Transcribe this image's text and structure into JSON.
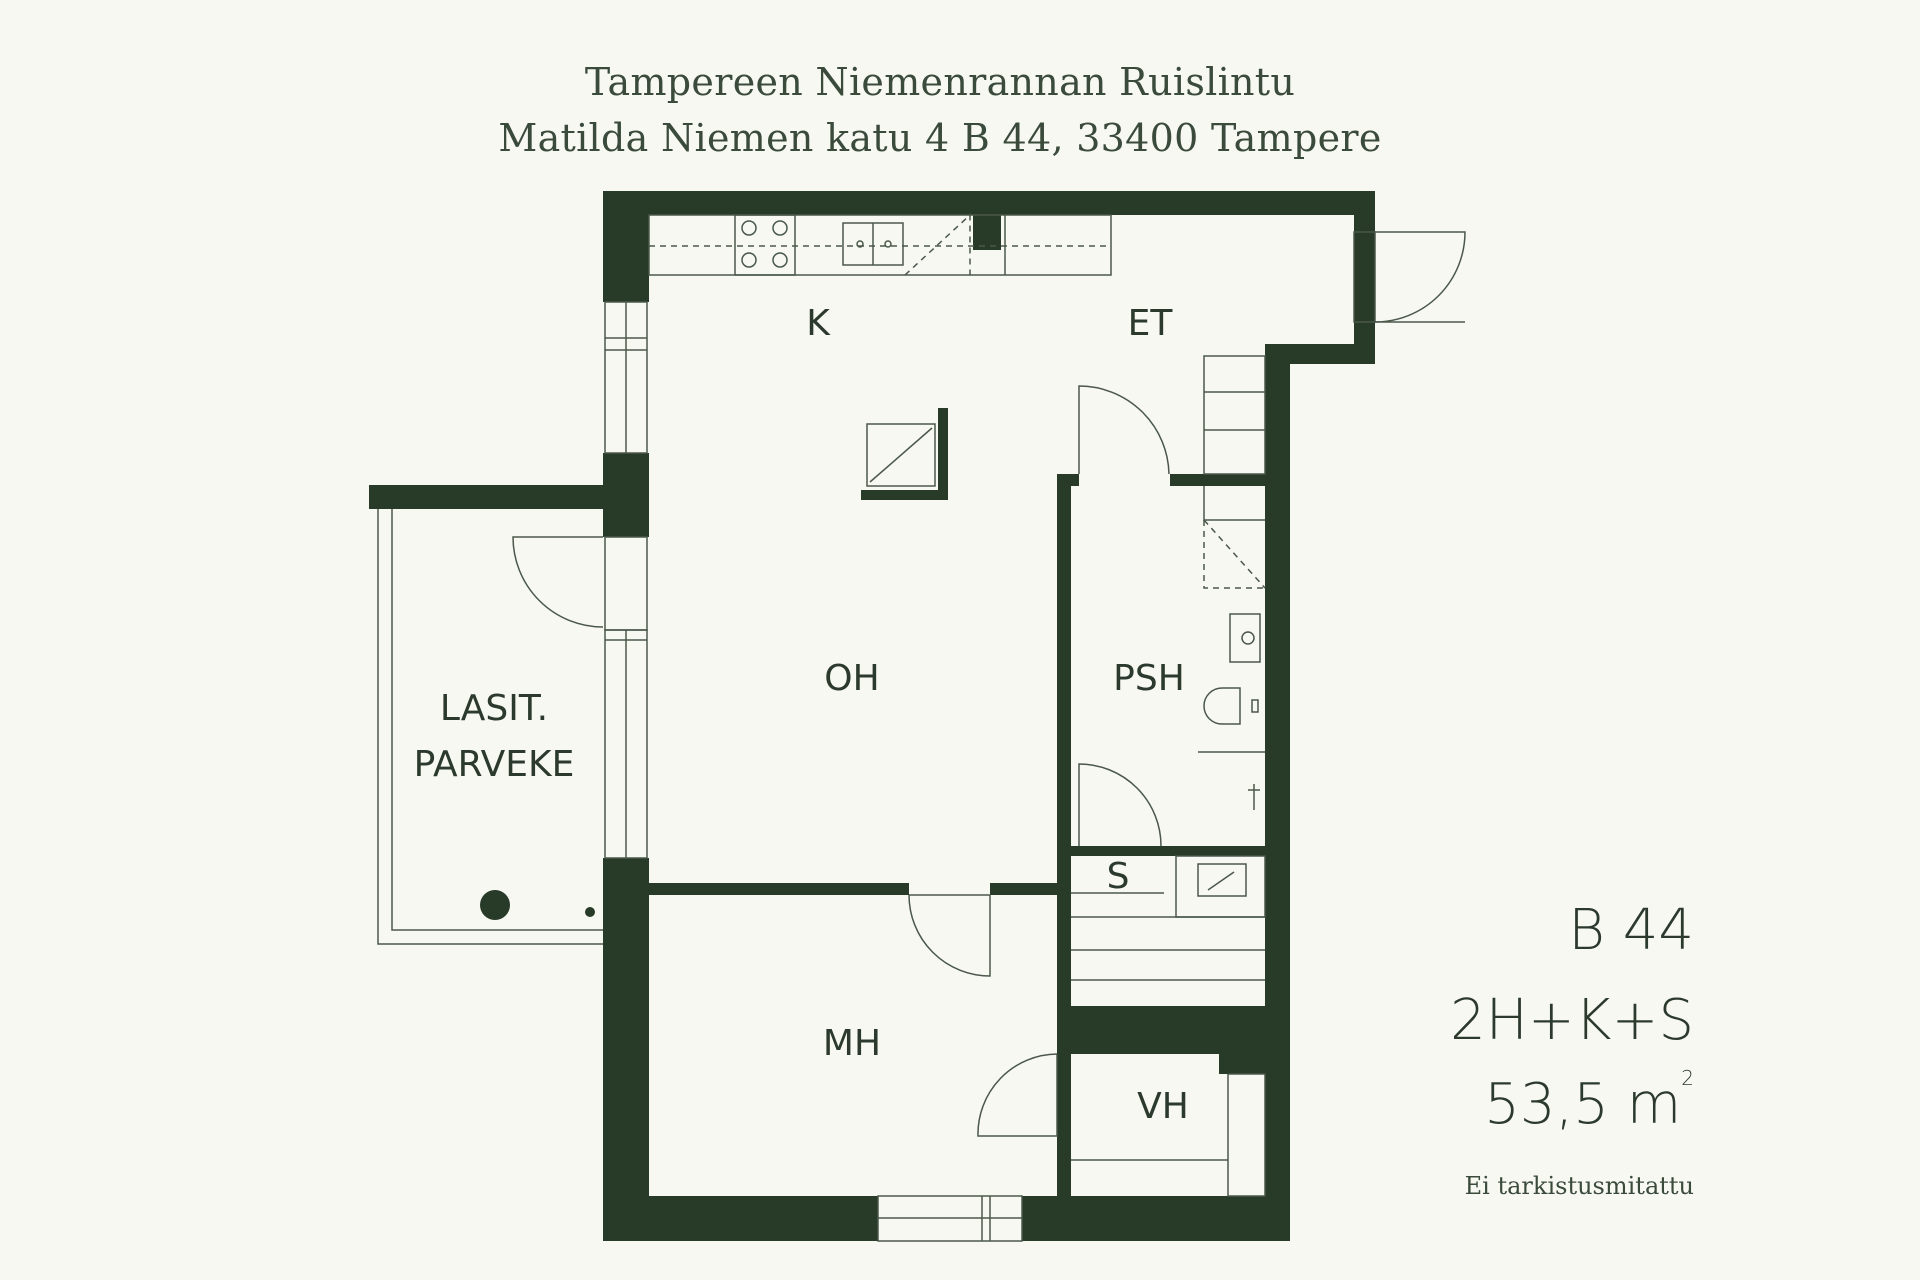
{
  "header": {
    "title": "Tampereen Niemenrannan Ruislintu",
    "address": "Matilda Niemen katu 4 B 44, 33400 Tampere"
  },
  "rooms": {
    "kitchen": "K",
    "entry": "ET",
    "living": "OH",
    "bathroom": "PSH",
    "sauna": "S",
    "bedroom": "MH",
    "closet": "VH",
    "balcony_line1": "LASIT.",
    "balcony_line2": "PARVEKE"
  },
  "info": {
    "unit": "B 44",
    "type": "2H+K+S",
    "area_value": "53,5 m",
    "area_sup": "2",
    "note": "Ei tarkistusmitattu"
  },
  "colors": {
    "background": "#f8f8f3",
    "wall": "#283a28",
    "line": "#4a584a"
  }
}
